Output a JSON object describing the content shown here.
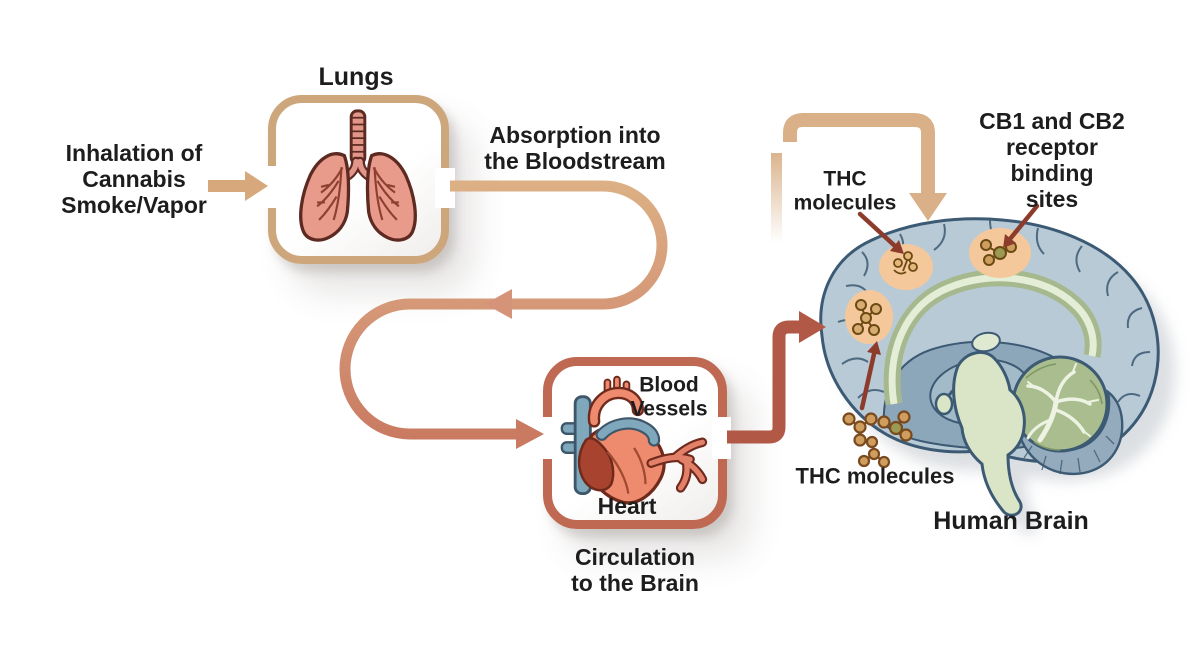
{
  "diagram": {
    "title": "THC inhalation to brain pathway",
    "labels": {
      "inhalation": "Inhalation of\nCannabis\nSmoke/Vapor",
      "lungs": "Lungs",
      "absorption": "Absorption into\nthe Bloodstream",
      "blood_vessels": "Blood\nVessels",
      "heart": "Heart",
      "circulation": "Circulation\nto the Brain",
      "thc_top": "THC\nmolecules",
      "cb_sites": "CB1 and CB2\nreceptor binding\nsites",
      "thc_bottom": "THC molecules",
      "human_brain": "Human Brain"
    },
    "colors": {
      "flow_tan": "#d9ab7c",
      "flow_salmon": "#c97a61",
      "lungs_box_border": "#cda67c",
      "heart_box_border": "#bf6852",
      "heart_to_brain_arrow": "#b25847",
      "pointer_arrow": "#8d3c2c",
      "receptor_site": "#f5c89b",
      "brain_cortex": "#b9cad7",
      "brain_outline": "#3c5a73",
      "text": "#1d1d1d",
      "background": "#ffffff"
    },
    "icons": [
      "lungs-icon",
      "heart-icon",
      "brain-icon",
      "thc-molecule-icon",
      "receptor-site-blob",
      "flow-arrow",
      "pointer-arrow"
    ]
  }
}
